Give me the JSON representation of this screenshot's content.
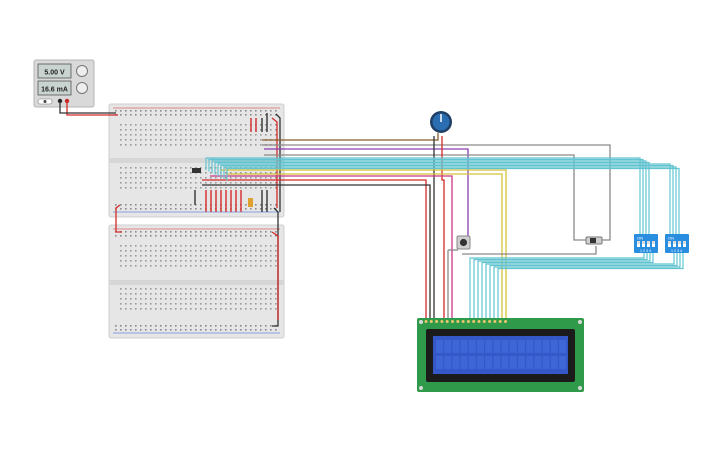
{
  "power_supply": {
    "voltage": "5.00 V",
    "current": "16.6 mA"
  },
  "dip_switch_a": {
    "on_label": "ON",
    "pins": "1 2 3 4"
  },
  "dip_switch_b": {
    "on_label": "ON",
    "pins": "1 2 3 4"
  },
  "colors": {
    "board": "#e7e7e7",
    "wire_red": "#d42a2a",
    "wire_black": "#333333",
    "wire_cyan": "#62c4d0",
    "wire_purple": "#8a3fb0",
    "wire_yellow": "#d6c23a",
    "wire_grey": "#8a8a8a",
    "wire_brown": "#8b5a2b",
    "lcd_pcb": "#2f9a4a",
    "lcd_screen": "#3558c8",
    "dip_body": "#2a8ee0",
    "pot_knob": "#2a6db0"
  }
}
